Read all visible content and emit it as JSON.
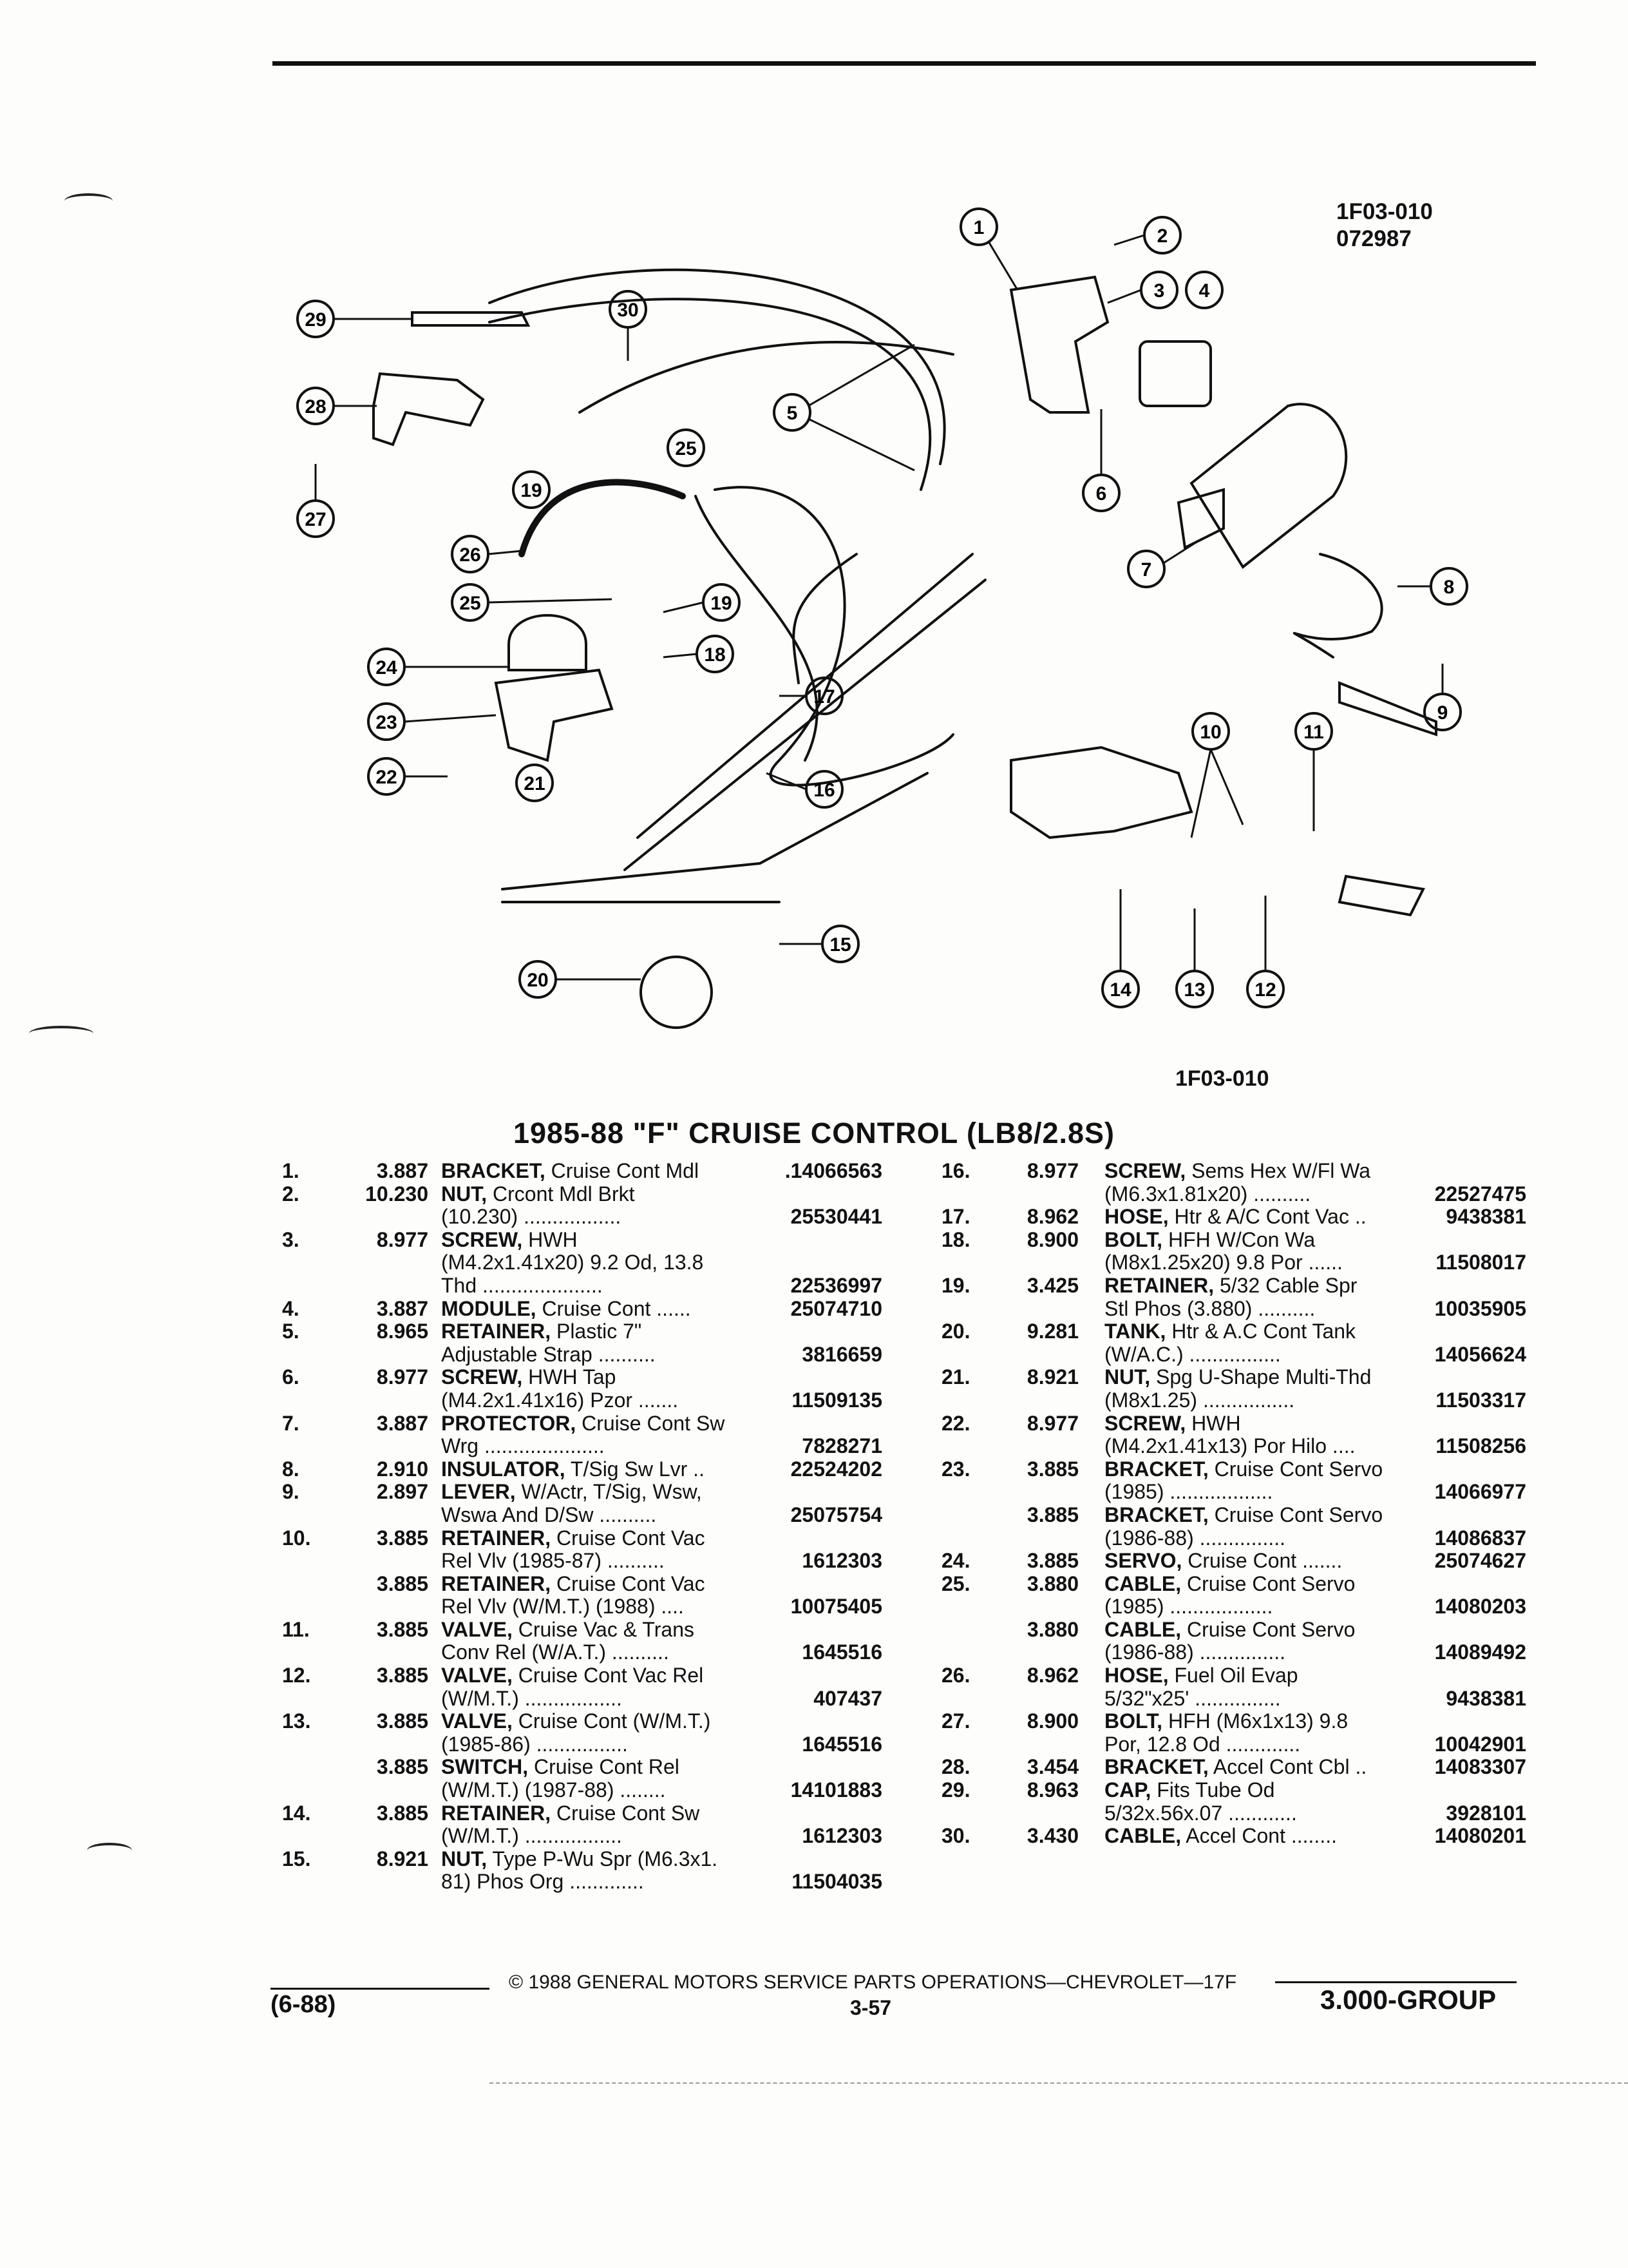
{
  "figure_ids": [
    "1F03-010",
    "072987"
  ],
  "diagram_caption": "1F03-010",
  "title": "1985-88 \"F\" CRUISE CONTROL (LB8/2.8S)",
  "callouts": [
    "1",
    "2",
    "3",
    "4",
    "5",
    "6",
    "7",
    "8",
    "9",
    "10",
    "11",
    "12",
    "13",
    "14",
    "15",
    "16",
    "17",
    "18",
    "19",
    "20",
    "21",
    "22",
    "23",
    "24",
    "25",
    "26",
    "27",
    "28",
    "29",
    "30"
  ],
  "left_column": [
    {
      "no": "1.",
      "group": "3.887",
      "name": "BRACKET,",
      "text": " Cruise Cont Mdl",
      "part": ".14066563"
    },
    {
      "no": "2.",
      "group": "10.230",
      "name": "NUT,",
      "text": " Crcont Mdl Brkt",
      "part": ""
    },
    {
      "no": "",
      "group": "",
      "name": "",
      "text": "(10.230) .................",
      "part": "25530441"
    },
    {
      "no": "3.",
      "group": "8.977",
      "name": "SCREW,",
      "text": " HWH",
      "part": ""
    },
    {
      "no": "",
      "group": "",
      "name": "",
      "text": "(M4.2x1.41x20) 9.2 Od, 13.8",
      "part": ""
    },
    {
      "no": "",
      "group": "",
      "name": "",
      "text": "Thd .....................",
      "part": "22536997"
    },
    {
      "no": "4.",
      "group": "3.887",
      "name": "MODULE,",
      "text": " Cruise Cont ......",
      "part": "25074710"
    },
    {
      "no": "5.",
      "group": "8.965",
      "name": "RETAINER,",
      "text": " Plastic 7\"",
      "part": ""
    },
    {
      "no": "",
      "group": "",
      "name": "",
      "text": "Adjustable Strap ..........",
      "part": "3816659"
    },
    {
      "no": "6.",
      "group": "8.977",
      "name": "SCREW,",
      "text": " HWH Tap",
      "part": ""
    },
    {
      "no": "",
      "group": "",
      "name": "",
      "text": "(M4.2x1.41x16) Pzor .......",
      "part": "11509135"
    },
    {
      "no": "7.",
      "group": "3.887",
      "name": "PROTECTOR,",
      "text": " Cruise Cont Sw",
      "part": ""
    },
    {
      "no": "",
      "group": "",
      "name": "",
      "text": "Wrg .....................",
      "part": "7828271"
    },
    {
      "no": "8.",
      "group": "2.910",
      "name": "INSULATOR,",
      "text": " T/Sig Sw Lvr ..",
      "part": "22524202"
    },
    {
      "no": "9.",
      "group": "2.897",
      "name": "LEVER,",
      "text": " W/Actr, T/Sig, Wsw,",
      "part": ""
    },
    {
      "no": "",
      "group": "",
      "name": "",
      "text": "Wswa And D/Sw ..........",
      "part": "25075754"
    },
    {
      "no": "10.",
      "group": "3.885",
      "name": "RETAINER,",
      "text": " Cruise Cont Vac",
      "part": ""
    },
    {
      "no": "",
      "group": "",
      "name": "",
      "text": "Rel Vlv (1985-87) ..........",
      "part": "1612303"
    },
    {
      "no": "",
      "group": "3.885",
      "name": "RETAINER,",
      "text": " Cruise Cont Vac",
      "part": ""
    },
    {
      "no": "",
      "group": "",
      "name": "",
      "text": "Rel Vlv (W/M.T.) (1988) ....",
      "part": "10075405"
    },
    {
      "no": "11.",
      "group": "3.885",
      "name": "VALVE,",
      "text": " Cruise Vac & Trans",
      "part": ""
    },
    {
      "no": "",
      "group": "",
      "name": "",
      "text": "Conv Rel (W/A.T.) ..........",
      "part": "1645516"
    },
    {
      "no": "12.",
      "group": "3.885",
      "name": "VALVE,",
      "text": " Cruise Cont Vac Rel",
      "part": ""
    },
    {
      "no": "",
      "group": "",
      "name": "",
      "text": "(W/M.T.) .................",
      "part": "407437"
    },
    {
      "no": "13.",
      "group": "3.885",
      "name": "VALVE,",
      "text": " Cruise Cont (W/M.T.)",
      "part": ""
    },
    {
      "no": "",
      "group": "",
      "name": "",
      "text": "(1985-86) ................",
      "part": "1645516"
    },
    {
      "no": "",
      "group": "3.885",
      "name": "SWITCH,",
      "text": " Cruise Cont Rel",
      "part": ""
    },
    {
      "no": "",
      "group": "",
      "name": "",
      "text": "(W/M.T.) (1987-88) ........",
      "part": "14101883"
    },
    {
      "no": "14.",
      "group": "3.885",
      "name": "RETAINER,",
      "text": " Cruise Cont Sw",
      "part": ""
    },
    {
      "no": "",
      "group": "",
      "name": "",
      "text": "(W/M.T.) .................",
      "part": "1612303"
    },
    {
      "no": "15.",
      "group": "8.921",
      "name": "NUT,",
      "text": " Type P-Wu Spr (M6.3x1.",
      "part": ""
    },
    {
      "no": "",
      "group": "",
      "name": "",
      "text": "81) Phos Org .............",
      "part": "11504035"
    }
  ],
  "right_column": [
    {
      "no": "16.",
      "group": "8.977",
      "name": "SCREW,",
      "text": " Sems Hex W/Fl Wa",
      "part": ""
    },
    {
      "no": "",
      "group": "",
      "name": "",
      "text": "(M6.3x1.81x20) ..........",
      "part": "22527475"
    },
    {
      "no": "17.",
      "group": "8.962",
      "name": "HOSE,",
      "text": " Htr & A/C Cont Vac ..",
      "part": "9438381"
    },
    {
      "no": "18.",
      "group": "8.900",
      "name": "BOLT,",
      "text": " HFH W/Con Wa",
      "part": ""
    },
    {
      "no": "",
      "group": "",
      "name": "",
      "text": "(M8x1.25x20) 9.8 Por ......",
      "part": "11508017"
    },
    {
      "no": "19.",
      "group": "3.425",
      "name": "RETAINER,",
      "text": " 5/32 Cable Spr",
      "part": ""
    },
    {
      "no": "",
      "group": "",
      "name": "",
      "text": "Stl Phos (3.880) ..........",
      "part": "10035905"
    },
    {
      "no": "20.",
      "group": "9.281",
      "name": "TANK,",
      "text": " Htr & A.C Cont Tank",
      "part": ""
    },
    {
      "no": "",
      "group": "",
      "name": "",
      "text": "(W/A.C.) ................",
      "part": "14056624"
    },
    {
      "no": "21.",
      "group": "8.921",
      "name": "NUT,",
      "text": " Spg U-Shape Multi-Thd",
      "part": ""
    },
    {
      "no": "",
      "group": "",
      "name": "",
      "text": "(M8x1.25) ................",
      "part": "11503317"
    },
    {
      "no": "22.",
      "group": "8.977",
      "name": "SCREW,",
      "text": " HWH",
      "part": ""
    },
    {
      "no": "",
      "group": "",
      "name": "",
      "text": "(M4.2x1.41x13) Por Hilo ....",
      "part": "11508256"
    },
    {
      "no": "23.",
      "group": "3.885",
      "name": "BRACKET,",
      "text": " Cruise Cont Servo",
      "part": ""
    },
    {
      "no": "",
      "group": "",
      "name": "",
      "text": "(1985) ..................",
      "part": "14066977"
    },
    {
      "no": "",
      "group": "3.885",
      "name": "BRACKET,",
      "text": " Cruise Cont Servo",
      "part": ""
    },
    {
      "no": "",
      "group": "",
      "name": "",
      "text": "(1986-88) ...............",
      "part": "14086837"
    },
    {
      "no": "24.",
      "group": "3.885",
      "name": "SERVO,",
      "text": " Cruise Cont .......",
      "part": "25074627"
    },
    {
      "no": "25.",
      "group": "3.880",
      "name": "CABLE,",
      "text": " Cruise Cont Servo",
      "part": ""
    },
    {
      "no": "",
      "group": "",
      "name": "",
      "text": "(1985) ..................",
      "part": "14080203"
    },
    {
      "no": "",
      "group": "3.880",
      "name": "CABLE,",
      "text": " Cruise Cont Servo",
      "part": ""
    },
    {
      "no": "",
      "group": "",
      "name": "",
      "text": "(1986-88) ...............",
      "part": "14089492"
    },
    {
      "no": "26.",
      "group": "8.962",
      "name": "HOSE,",
      "text": " Fuel Oil Evap",
      "part": ""
    },
    {
      "no": "",
      "group": "",
      "name": "",
      "text": "5/32\"x25' ...............",
      "part": "9438381"
    },
    {
      "no": "27.",
      "group": "8.900",
      "name": "BOLT,",
      "text": " HFH (M6x1x13) 9.8",
      "part": ""
    },
    {
      "no": "",
      "group": "",
      "name": "",
      "text": "Por, 12.8 Od .............",
      "part": "10042901"
    },
    {
      "no": "28.",
      "group": "3.454",
      "name": "BRACKET,",
      "text": " Accel Cont Cbl ..",
      "part": "14083307"
    },
    {
      "no": "29.",
      "group": "8.963",
      "name": "CAP,",
      "text": " Fits Tube Od",
      "part": ""
    },
    {
      "no": "",
      "group": "",
      "name": "",
      "text": "5/32x.56x.07 ............",
      "part": "3928101"
    },
    {
      "no": "30.",
      "group": "3.430",
      "name": "CABLE,",
      "text": " Accel Cont ........",
      "part": "14080201"
    }
  ],
  "footer": {
    "copyright": "© 1988 GENERAL MOTORS SERVICE PARTS OPERATIONS—CHEVROLET—17F",
    "date": "(6-88)",
    "page": "3-57",
    "group": "3.000-GROUP"
  }
}
